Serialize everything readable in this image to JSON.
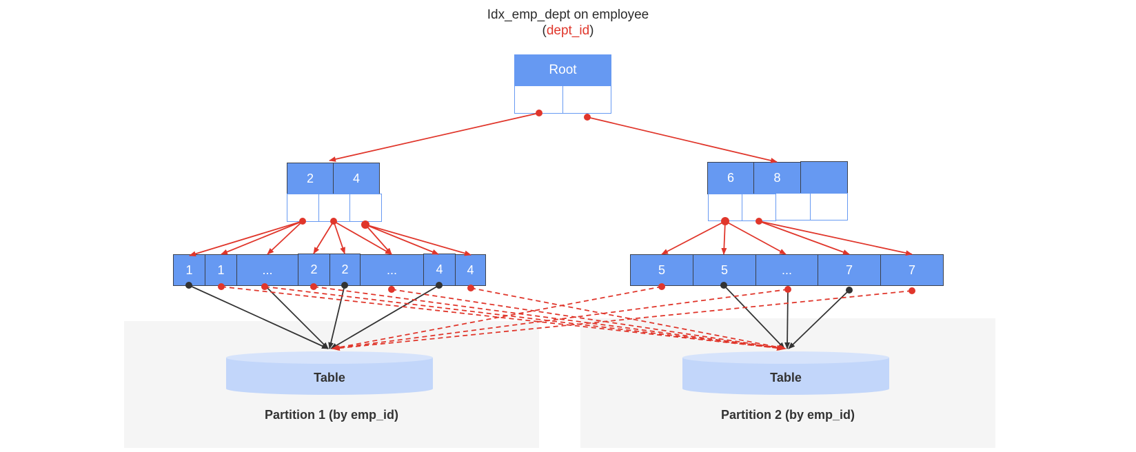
{
  "diagram": {
    "title_line1": "Idx_emp_dept on employee",
    "title_line2_open": "(",
    "title_line2_field": "dept_id",
    "title_line2_close": ")",
    "root_label": "Root",
    "level1_left_keys": [
      "2",
      "4"
    ],
    "level1_right_keys": [
      "6",
      "8",
      ""
    ],
    "leaf_left_keys": [
      "1",
      "1",
      "...",
      "2",
      "2",
      "...",
      "4",
      "4"
    ],
    "leaf_right_keys": [
      "5",
      "5",
      "...",
      "7",
      "7"
    ],
    "table_left_label": "Table",
    "table_right_label": "Table",
    "partition1_label": "Partition 1 (by emp_id)",
    "partition2_label": "Partition 2 (by emp_id)",
    "colors": {
      "node_fill": "#6699f2",
      "node_border": "#3a3f4a",
      "pointer_border": "#6699f2",
      "red_arrow": "#e0362b",
      "black_arrow": "#333333",
      "table_fill": "#c2d6fa",
      "panel_fill": "#f5f5f5"
    }
  }
}
